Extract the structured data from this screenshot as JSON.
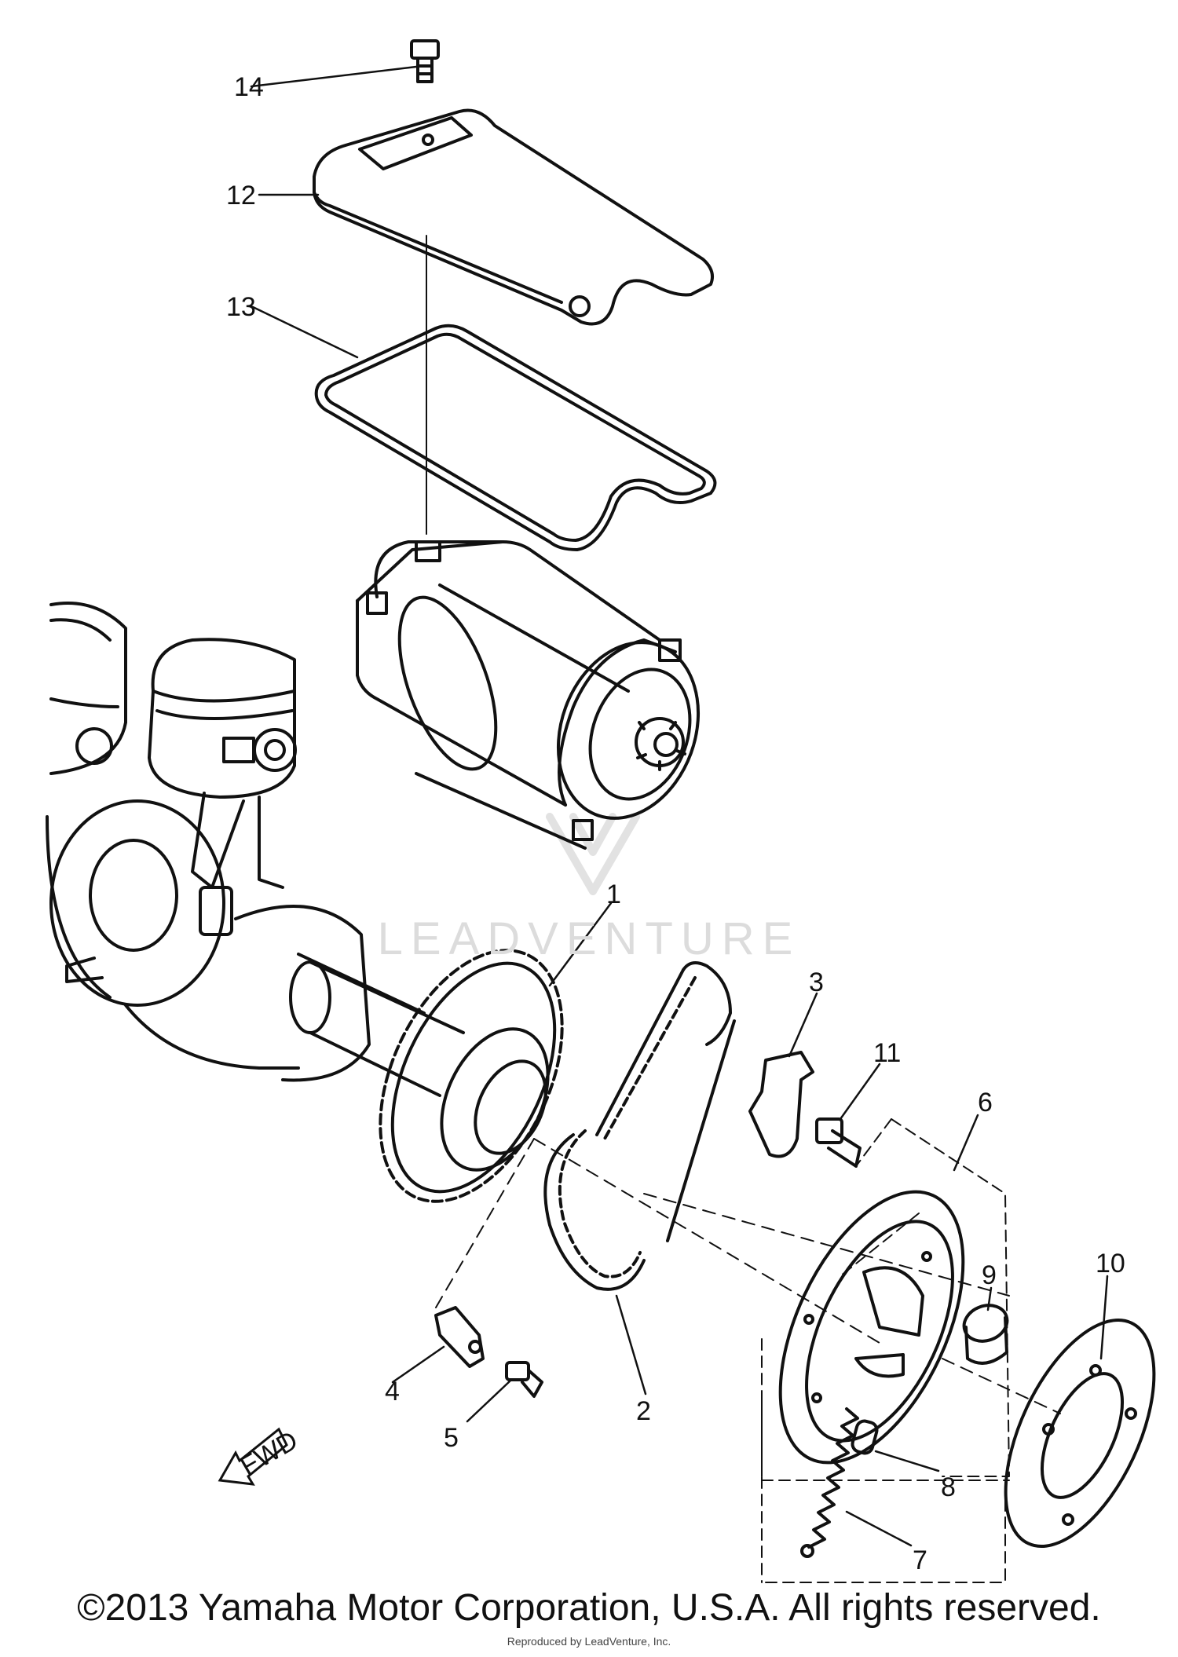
{
  "diagram": {
    "callouts": [
      "1",
      "2",
      "3",
      "4",
      "5",
      "6",
      "7",
      "8",
      "9",
      "10",
      "11",
      "12",
      "13",
      "14"
    ],
    "watermark": "LEADVENTURE",
    "fwd_label": "FWD"
  },
  "footer": {
    "copyright": "©2013 Yamaha Motor Corporation, U.S.A. All rights reserved.",
    "reproduced": "Reproduced by LeadVenture, Inc."
  }
}
